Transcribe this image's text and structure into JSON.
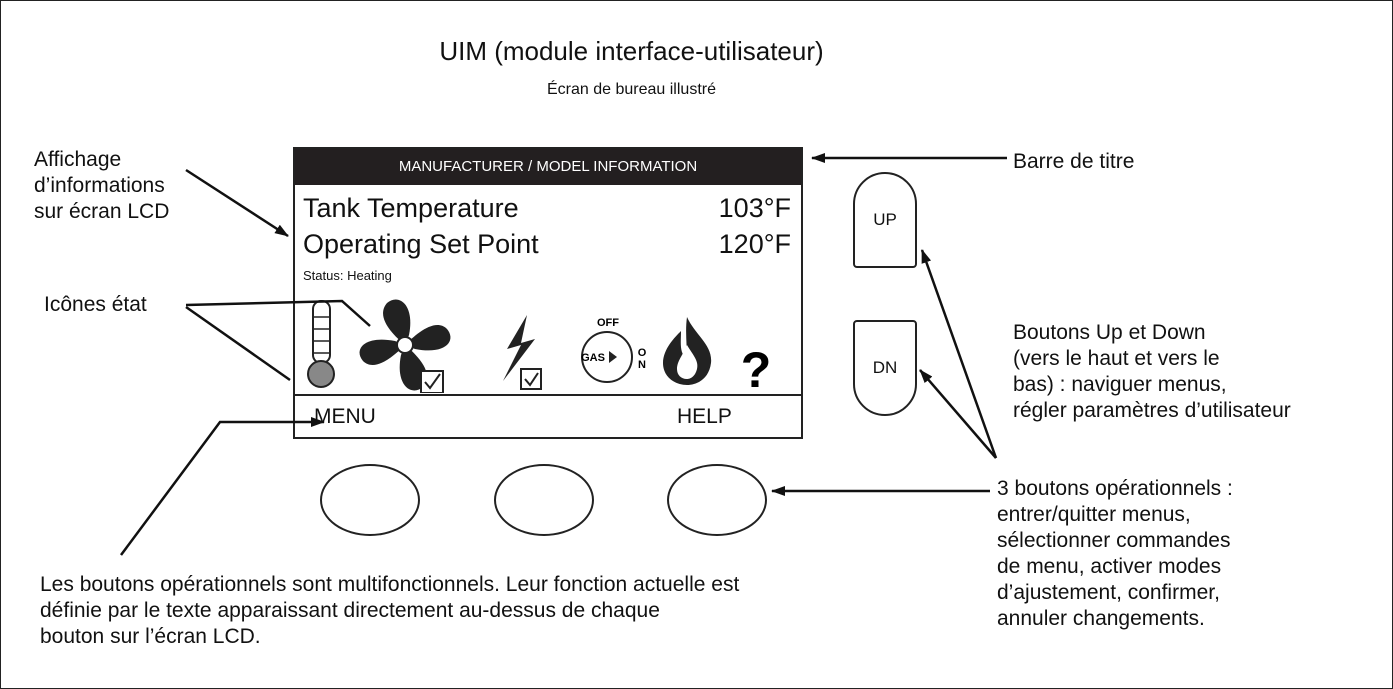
{
  "title": "UIM (module interface-utilisateur)",
  "subtitle": "Écran de bureau illustré",
  "labels": {
    "lcd_display": [
      "Affichage",
      "d’informations",
      "sur écran LCD"
    ],
    "title_bar": "Barre de titre",
    "status_icons": "Icônes état",
    "updown": [
      "Boutons Up et Down",
      "(vers le haut et vers le",
      "bas) : naviguer menus,",
      "régler paramètres d’utilisateur"
    ],
    "operational": [
      "3 boutons opérationnels :",
      "entrer/quitter menus,",
      "sélectionner commandes",
      "de menu, activer modes",
      "d’ajustement, confirmer,",
      "annuler changements."
    ],
    "note": [
      "Les boutons opérationnels sont multifonctionnels. Leur fonction actuelle est",
      "définie par le texte apparaissant directement au-dessus de chaque",
      "bouton sur l’écran LCD."
    ]
  },
  "lcd": {
    "title_bar": "MANUFACTURER / MODEL INFORMATION",
    "rows": [
      {
        "label": "Tank Temperature",
        "value": "103°F"
      },
      {
        "label": "Operating Set Point",
        "value": "120°F"
      }
    ],
    "status": "Status: Heating",
    "icons": [
      "thermometer-icon",
      "fan-icon",
      "lightning-icon",
      "gas-valve-icon",
      "flame-icon",
      "help-question-icon"
    ],
    "gas_icon": {
      "off": "OFF",
      "gas": "GAS",
      "on_o": "O",
      "on_n": "N"
    },
    "question_mark": "?",
    "softkeys": {
      "left": "MENU",
      "right": "HELP"
    }
  },
  "buttons": {
    "up": "UP",
    "down": "DN"
  }
}
